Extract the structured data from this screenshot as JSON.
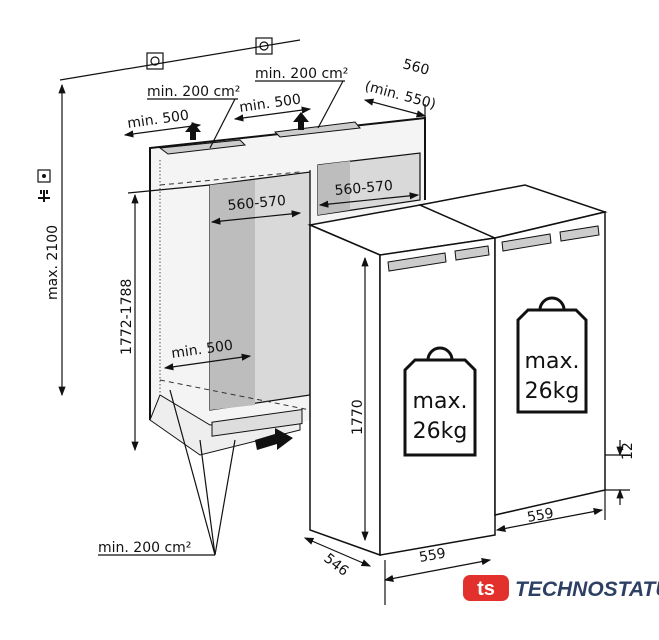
{
  "labels": {
    "vent_area_top_left": "min. 200 cm²",
    "vent_area_top_right": "min. 200 cm²",
    "vent_area_bottom": "min. 200 cm²",
    "min500_left": "min. 500",
    "min500_right": "min. 500",
    "min500_bottom": "min. 500",
    "depth_560": "560",
    "depth_min550": "(min. 550)",
    "niche_width_left": "560-570",
    "niche_width_right": "560-570",
    "max_height": "max. 2100",
    "niche_height": "1772-1788",
    "appliance_height": "1770",
    "appliance_depth": "546",
    "width_front": "559",
    "width_right": "559",
    "gap_12": "12"
  },
  "weights": [
    {
      "line1": "max.",
      "line2": "26kg"
    },
    {
      "line1": "max.",
      "line2": "26kg"
    }
  ],
  "logo": {
    "mark": "ts",
    "name": "TECHNOSTATUS"
  },
  "colors": {
    "logo_red": "#e2312c",
    "logo_blue": "#2d3f63",
    "niche_fill": "#d9d9d9",
    "niche_dark": "#bdbdbd"
  }
}
